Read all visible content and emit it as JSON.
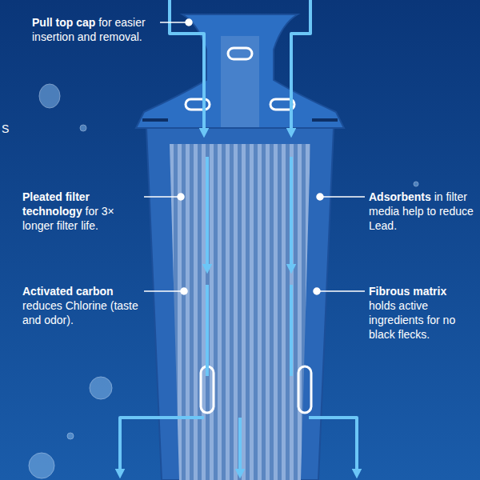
{
  "diagram": {
    "labels": [
      "Pull top cap",
      "for easier insertion and removal.",
      "Pleated filter technology",
      "for 3× longer filter life.",
      "Activated carbon",
      "reduces Chlorine (taste and odor).",
      "Adsorbents",
      "in filter media help to reduce Lead.",
      "Fibrous matrix",
      "holds active ingredients for no black flecks.",
      "S"
    ]
  }
}
